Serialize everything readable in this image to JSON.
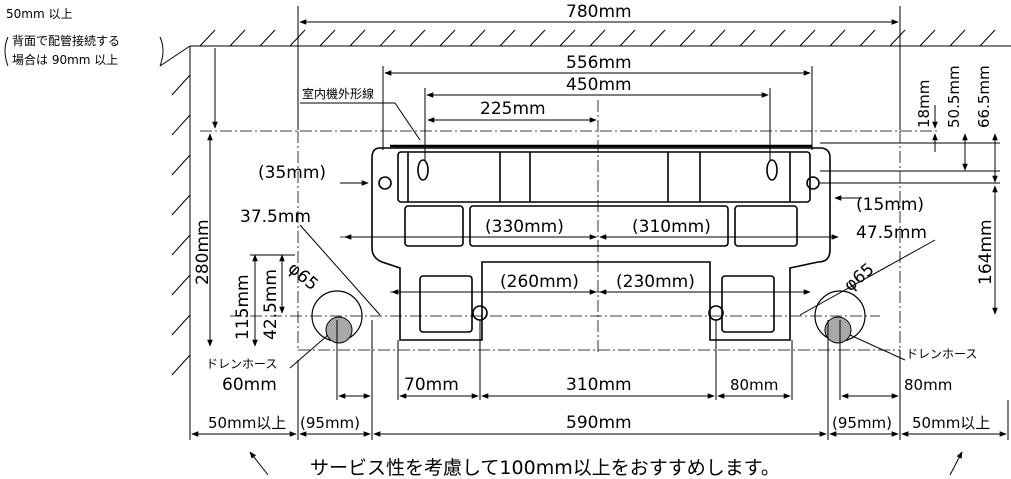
{
  "note": {
    "line1": "50mm 以上",
    "line2": "背面で配管接続する",
    "line3": "場合は 90mm 以上"
  },
  "labels": {
    "outline": "室内機外形線",
    "drain_left": "ドレンホース",
    "drain_right": "ドレンホース",
    "service": "サービス性を考慮して100mm以上をおすすめします。"
  },
  "dimensions": {
    "d780": "780mm",
    "d556": "556mm",
    "d450": "450mm",
    "d225": "225mm",
    "d18": "18mm",
    "d50_5": "50.5mm",
    "d66_5": "66.5mm",
    "d35": "(35mm)",
    "d15": "(15mm)",
    "d37_5": "37.5mm",
    "d47_5": "47.5mm",
    "d330": "(330mm)",
    "d310a": "(310mm)",
    "d260": "(260mm)",
    "d230": "(230mm)",
    "d280": "280mm",
    "d164": "164mm",
    "d115": "115mm",
    "d42_5": "42.5mm",
    "phi_left": "φ65",
    "phi_right": "φ65",
    "d60": "60mm",
    "d70": "70mm",
    "d310b": "310mm",
    "d80a": "80mm",
    "d80b": "80mm",
    "d50left": "50mm以上",
    "d95left": "(95mm)",
    "d590": "590mm",
    "d95right": "(95mm)",
    "d50right": "50mm以上"
  }
}
